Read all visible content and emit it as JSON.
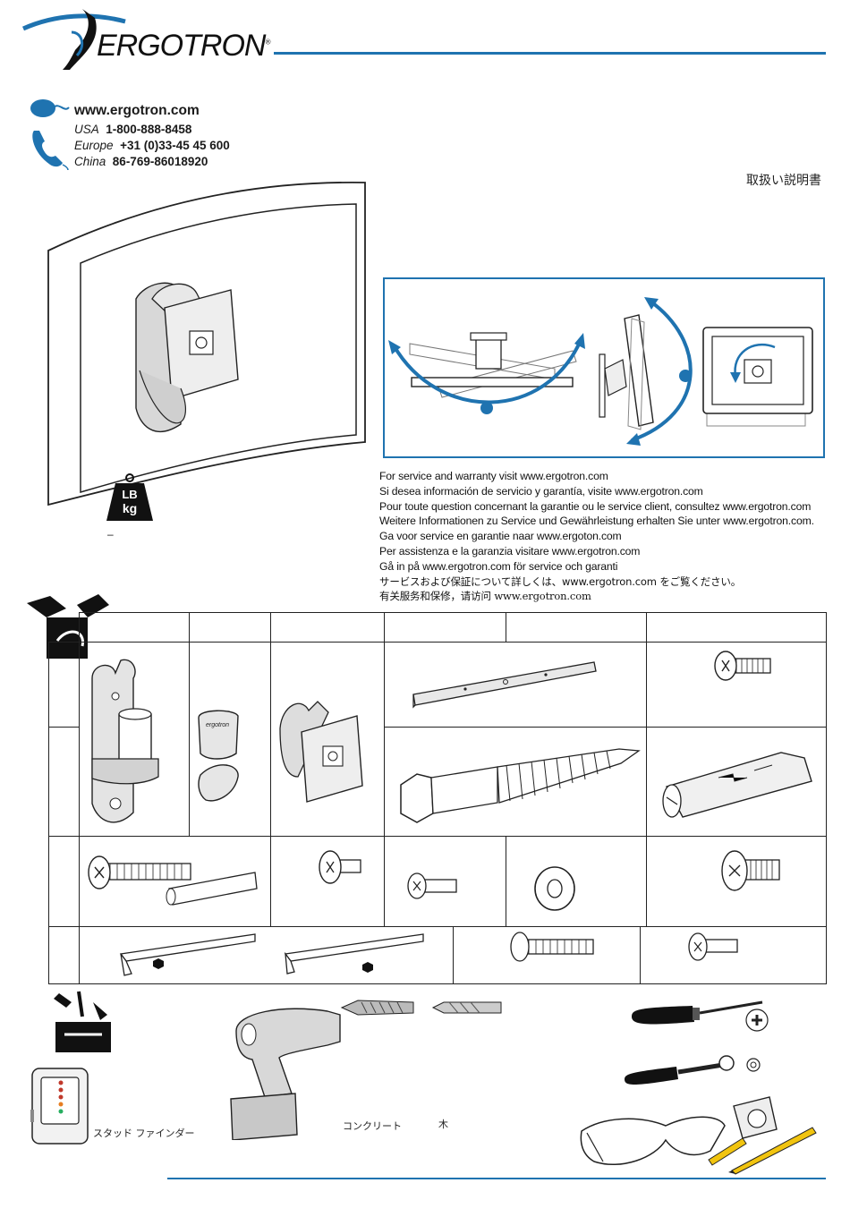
{
  "brand": {
    "name": "ERGOTRON",
    "registered": "®"
  },
  "contact": {
    "website": "www.ergotron.com",
    "phones": [
      {
        "region": "USA",
        "number": "1-800-888-8458"
      },
      {
        "region": "Europe",
        "number": "+31 (0)33-45 45 600"
      },
      {
        "region": "China",
        "number": "86-769-86018920"
      }
    ]
  },
  "doc_title": "取扱い説明書",
  "weight_icon": {
    "top": "LB",
    "bottom": "kg",
    "caption": "–"
  },
  "service_lines": [
    "For service and warranty visit www.ergotron.com",
    "Si desea información de servicio y garantía, visite www.ergotron.com",
    "Pour toute question concernant la garantie ou le service client, consultez www.ergotron.com",
    "Weitere Informationen zu Service und Gewährleistung erhalten Sie unter www.ergotron.com.",
    "Ga voor service en garantie naar www.ergoton.com",
    "Per assistenza e la garanzia visitare www.ergotron.com",
    "Gå in på www.ergotron.com för service och garanti",
    "サービスおよび保証について詳しくは、www.ergotron.com をご覧ください。",
    "有关服务和保修，请访问 www.ergotron.com"
  ],
  "tools": {
    "stud_finder_label": "スタッド ファインダー",
    "concrete_label": "コンクリート",
    "wood_label": "木"
  },
  "icons": {
    "mouse": "mouse-icon",
    "phone": "phone-icon",
    "box": "parts-box-icon",
    "toolbox": "toolbox-icon"
  },
  "colors": {
    "accent": "#1f73b0",
    "text": "#1a1a1a"
  }
}
